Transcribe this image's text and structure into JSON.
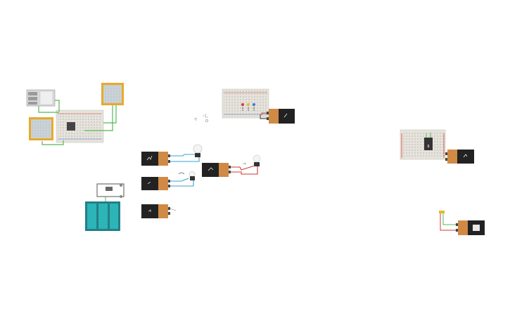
{
  "workspace": {
    "background_color": "#ffffff",
    "colors": {
      "battery_label": "#222222",
      "battery_body": "#d08a45",
      "breadboard": "#e6e3dc",
      "breadboard_holes": "#9a9a9a",
      "rail_red": "#d94a3a",
      "rail_blue": "#4a78c8",
      "wire_green": "#55b755",
      "wire_blue": "#3aa0d8",
      "wire_red": "#d03a3a",
      "sensor_frame": "#e8a92b",
      "sensor_face": "#c9d2d6",
      "teal_board": "#1e7f86",
      "bulb_glass": "#f4f4f4",
      "bulb_base": "#333333"
    },
    "components": [
      {
        "name": "battery-9v",
        "icon": "battery-icon"
      },
      {
        "name": "breadboard",
        "icon": "breadboard-icon"
      },
      {
        "name": "led",
        "icon": "led-icon"
      },
      {
        "name": "light-bulb",
        "icon": "bulb-icon"
      },
      {
        "name": "seven-segment-display",
        "icon": "seven-segment-icon"
      },
      {
        "name": "sensor-panel",
        "icon": "sensor-icon"
      },
      {
        "name": "microcontroller-board",
        "icon": "board-icon"
      },
      {
        "name": "slide-switch",
        "icon": "switch-icon"
      }
    ]
  }
}
